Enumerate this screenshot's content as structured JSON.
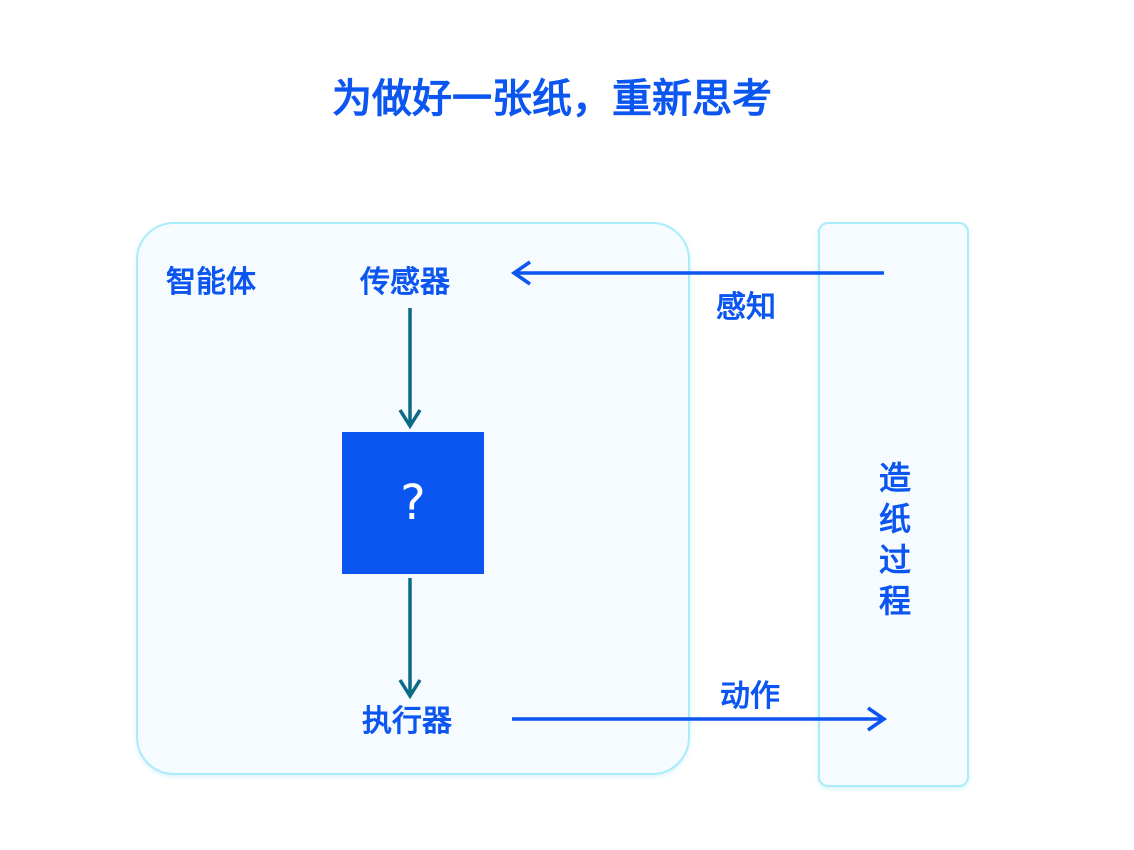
{
  "title": "为做好一张纸，重新思考",
  "agent": {
    "label": "智能体",
    "sensor_label": "传感器",
    "actuator_label": "执行器",
    "unknown_symbol": "?"
  },
  "environment": {
    "label": "造纸过程"
  },
  "flows": {
    "perception_label": "感知",
    "action_label": "动作"
  },
  "colors": {
    "accent": "#0b55f0",
    "inner_arrow": "#0b6a86",
    "box_border": "#a9ecfa",
    "box_fill": "#f5fbfe"
  }
}
